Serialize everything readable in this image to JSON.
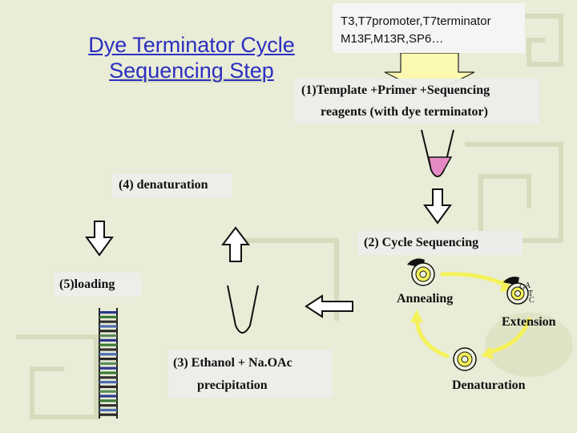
{
  "title": {
    "line1": "Dye Terminator Cycle",
    "line2": "Sequencing Step"
  },
  "primers": {
    "line1": "T3,T7promoter,T7terminator",
    "line2": "M13F,M13R,SP6…"
  },
  "steps": {
    "template": {
      "line1": "(1)Template +Primer +Sequencing",
      "line2": "reagents (with dye terminator)"
    },
    "cycle_sequencing": "(2) Cycle Sequencing",
    "ethanol": {
      "line1": "(3) Ethanol + Na.OAc",
      "line2": "precipitation"
    },
    "denaturation": "(4) denaturation",
    "loading": "(5)loading"
  },
  "cycle": {
    "annealing": "Annealing",
    "extension": "Extension",
    "denaturation": "Denaturation",
    "bases": [
      "G",
      "A",
      "T",
      "C"
    ]
  },
  "colors": {
    "title": "#2c2fbf",
    "tube_fill": "#e58ac2",
    "cycle_arrow": "#f5f25a",
    "background": "#e9ecd6"
  }
}
